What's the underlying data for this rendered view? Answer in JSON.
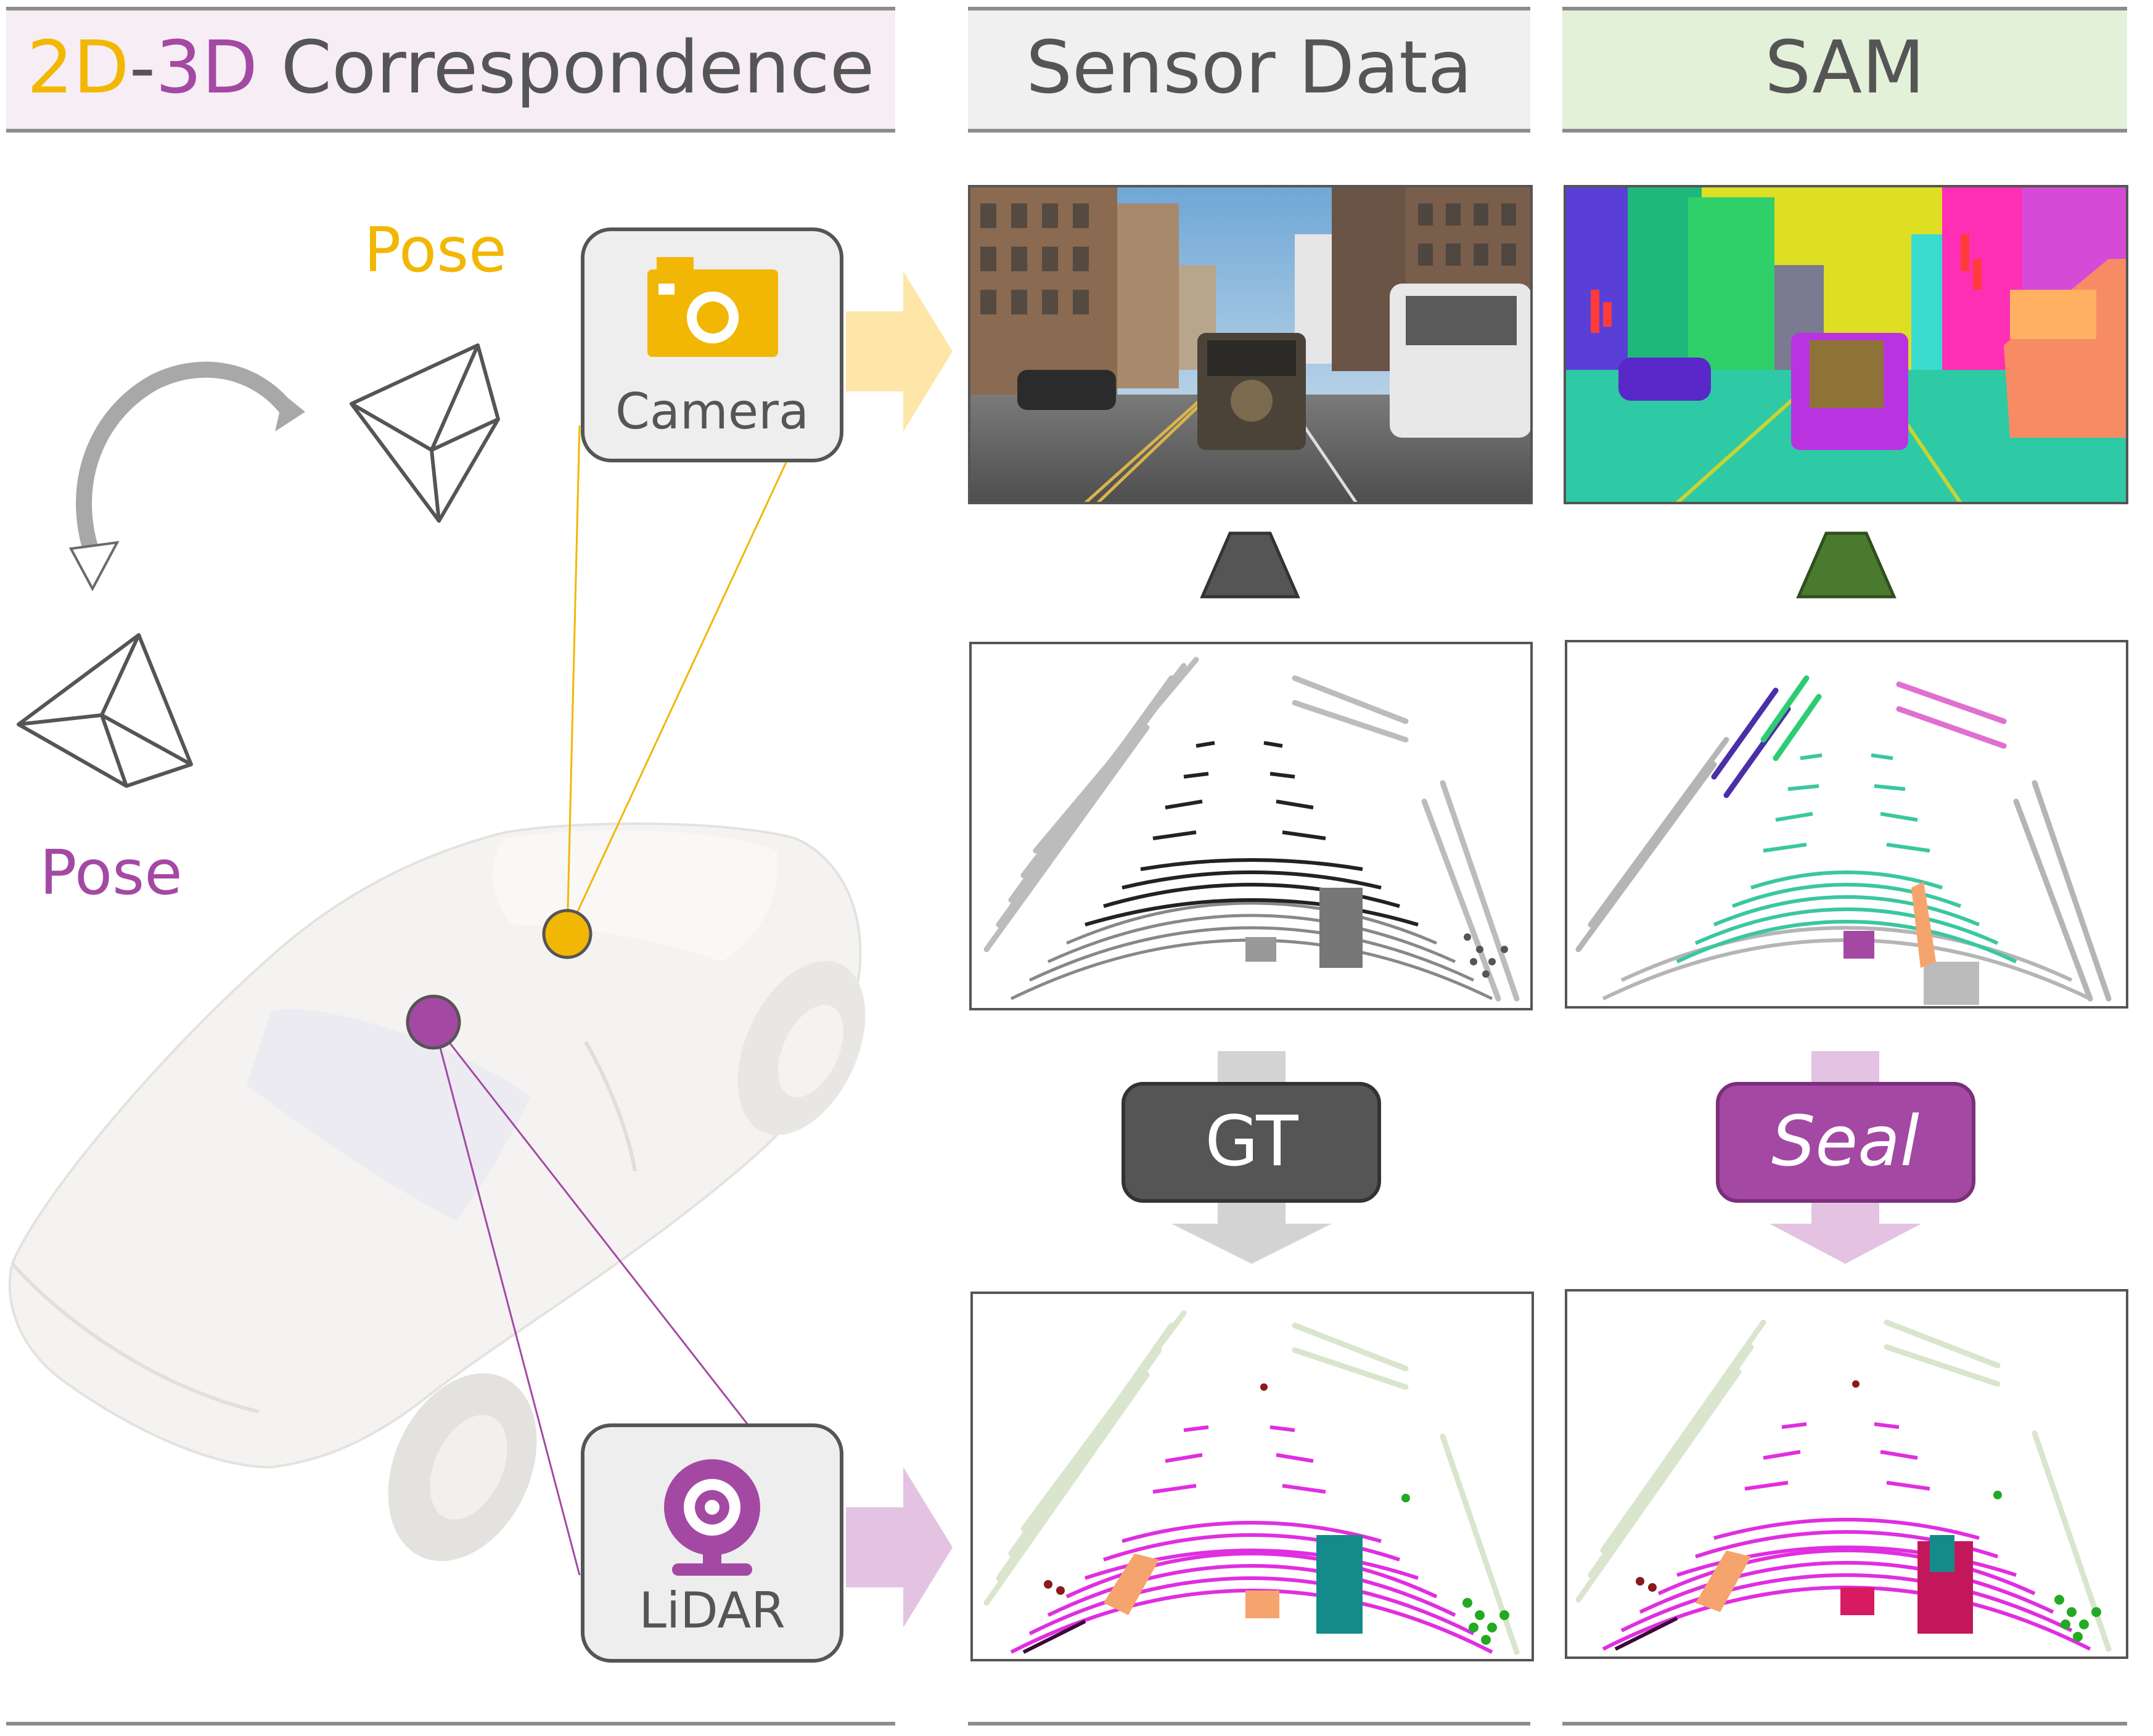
{
  "headers": {
    "left": {
      "part1": "2D",
      "dash": "-",
      "part2": "3D",
      "part3": " Correspondence"
    },
    "middle": "Sensor Data",
    "right": "SAM"
  },
  "labels": {
    "pose_camera": "Pose",
    "pose_lidar": "Pose",
    "camera": "Camera",
    "lidar": "LiDAR",
    "gt": "GT",
    "seal": "Seal"
  },
  "colors": {
    "yellow": "#f2b705",
    "purple": "#a349a4",
    "header_left_bg": "#f7eef5",
    "header_mid_bg": "#f0f0f0",
    "header_right_bg": "#e3f1d9",
    "gt_box": "#555555",
    "seal_box": "#a349a4",
    "text_gray": "#555555"
  },
  "icons": [
    "rotate-arrow-icon",
    "camera-frustum-icon",
    "lidar-frustum-icon",
    "camera-icon",
    "webcam-icon",
    "trapezoid-icon",
    "down-arrow-icon",
    "right-arrow-icon"
  ]
}
